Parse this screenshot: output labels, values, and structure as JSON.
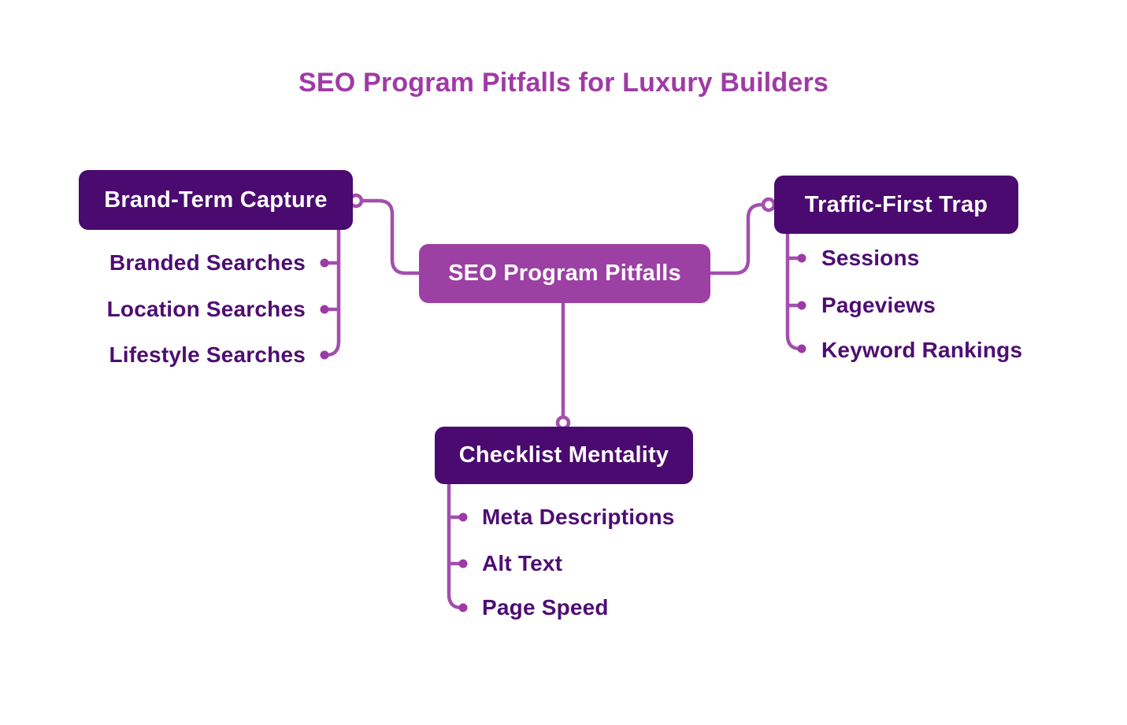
{
  "title": "SEO Program Pitfalls for Luxury Builders",
  "center": {
    "label": "SEO Program Pitfalls"
  },
  "branches": [
    {
      "id": "brand-term-capture",
      "label": "Brand-Term Capture",
      "items": [
        "Branded Searches",
        "Location Searches",
        "Lifestyle Searches"
      ]
    },
    {
      "id": "traffic-first-trap",
      "label": "Traffic-First Trap",
      "items": [
        "Sessions",
        "Pageviews",
        "Keyword Rankings"
      ]
    },
    {
      "id": "checklist-mentality",
      "label": "Checklist Mentality",
      "items": [
        "Meta Descriptions",
        "Alt Text",
        "Page Speed"
      ]
    }
  ],
  "colors": {
    "background": "#FFFFFF",
    "title_text": "#A03AA6",
    "center_node_bg": "#9C40A4",
    "branch_node_bg": "#4A0A6F",
    "node_text": "#FFFFFF",
    "item_text": "#4E0D73",
    "connector_line": "#A24FAE",
    "connector_dot": "#9B3AA5"
  }
}
